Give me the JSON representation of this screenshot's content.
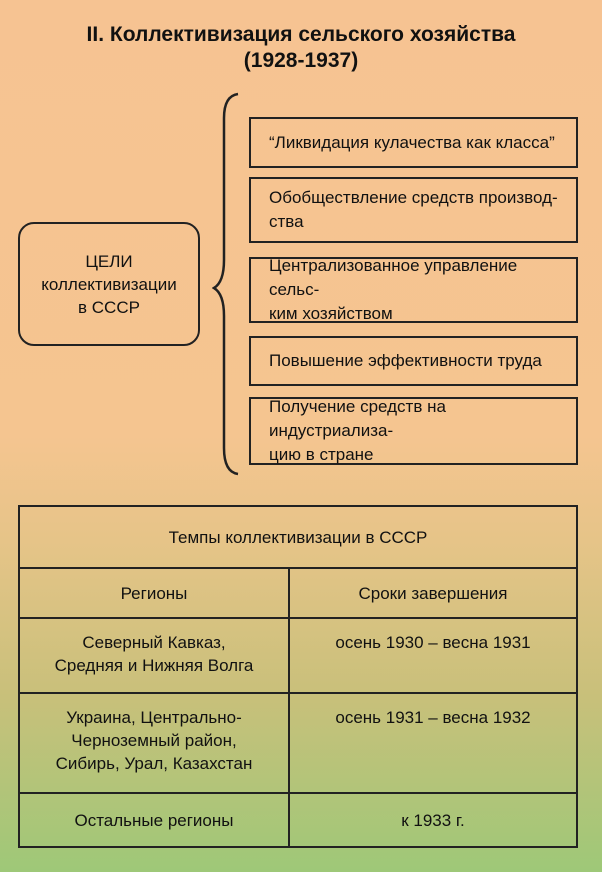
{
  "title": {
    "line1": "II. Коллективизация сельского хозяйства",
    "line2": "(1928-1937)"
  },
  "goals": {
    "label_lines": [
      "ЦЕЛИ",
      "коллективизации",
      "в СССР"
    ],
    "items": [
      {
        "line1": "“Ликвидация кулачества как класса”",
        "line2": ""
      },
      {
        "line1": "Обобществление средств производ-",
        "line2": "ства"
      },
      {
        "line1": "Централизованное управление сельс-",
        "line2": "ким хозяйством"
      },
      {
        "line1": "Повышение эффективности труда",
        "line2": ""
      },
      {
        "line1": "Получение средств на индустриализа-",
        "line2": "цию в стране"
      }
    ]
  },
  "table": {
    "caption": "Темпы коллективизации в СССР",
    "headers": [
      "Регионы",
      "Сроки завершения"
    ],
    "rows": [
      {
        "region_lines": [
          "Северный Кавказ,",
          "Средняя и Нижняя Волга"
        ],
        "period": "осень 1930 – весна 1931"
      },
      {
        "region_lines": [
          "Украина, Центрально-",
          "Черноземный район,",
          "Сибирь, Урал, Казахстан"
        ],
        "period": "осень 1931 – весна 1932"
      },
      {
        "region_lines": [
          "Остальные регионы"
        ],
        "period": "к 1933 г."
      }
    ]
  }
}
